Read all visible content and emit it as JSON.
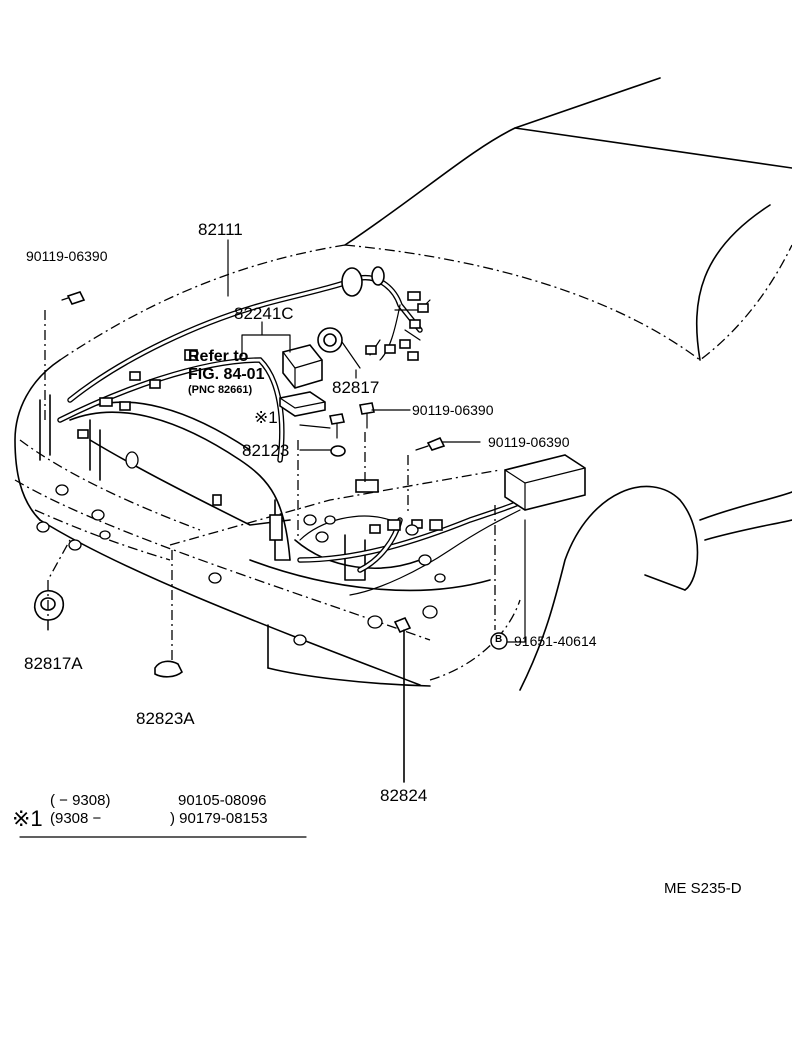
{
  "labels": {
    "p82111": "82111",
    "p82241c": "82241C",
    "p82817": "82817",
    "p82123": "82123",
    "p82817a": "82817A",
    "p82823a": "82823A",
    "p82824": "82824",
    "bolt_left": "90119-06390",
    "bolt_center": "90119-06390",
    "bolt_right": "90119-06390",
    "clip_b": "91651-40614",
    "clip_b_symbol": "B",
    "refer_line1": "Refer to",
    "refer_line2": "FIG. 84-01",
    "refer_line3": "(PNC 82661)",
    "note_marker": "※1"
  },
  "footnote": {
    "marker": "※1",
    "row1_range": "(      − 9308)",
    "row1_part": "90105-08096",
    "row2_range": "(9308 −",
    "row2_part": ") 90179-08153"
  },
  "drawing_code": "ME  S235-D"
}
